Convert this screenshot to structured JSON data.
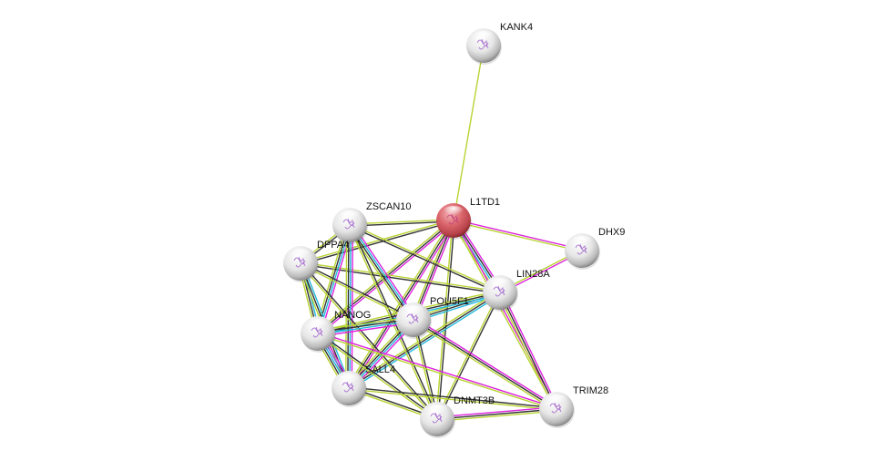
{
  "title": "STRING protein interaction network",
  "evidence_colors": {
    "textmining": "#b8d433",
    "coexpression": "#333333",
    "experiments": "#dd22dd",
    "databases": "#22b8dd",
    "neighborhood": "#2b9f2b",
    "cooccurrence": "#6a6ae8"
  },
  "query_node_color": "#d9575f",
  "nodes": [
    {
      "id": "KANK4",
      "label": "KANK4",
      "query": false
    },
    {
      "id": "L1TD1",
      "label": "L1TD1",
      "query": true
    },
    {
      "id": "ZSCAN10",
      "label": "ZSCAN10",
      "query": false
    },
    {
      "id": "DPPA4",
      "label": "DPPA4",
      "query": false
    },
    {
      "id": "DHX9",
      "label": "DHX9",
      "query": false
    },
    {
      "id": "LIN28A",
      "label": "LIN28A",
      "query": false
    },
    {
      "id": "POU5F1",
      "label": "POU5F1",
      "query": false
    },
    {
      "id": "NANOG",
      "label": "NANOG",
      "query": false
    },
    {
      "id": "SALL4",
      "label": "SALL4",
      "query": false
    },
    {
      "id": "DNMT3B",
      "label": "DNMT3B",
      "query": false
    },
    {
      "id": "TRIM28",
      "label": "TRIM28",
      "query": false
    }
  ],
  "edges": [
    {
      "source": "KANK4",
      "target": "L1TD1",
      "evidence": [
        "textmining"
      ]
    },
    {
      "source": "L1TD1",
      "target": "DHX9",
      "evidence": [
        "experiments",
        "textmining"
      ]
    },
    {
      "source": "L1TD1",
      "target": "LIN28A",
      "evidence": [
        "experiments",
        "coexpression",
        "databases",
        "textmining"
      ]
    },
    {
      "source": "L1TD1",
      "target": "ZSCAN10",
      "evidence": [
        "coexpression",
        "textmining"
      ]
    },
    {
      "source": "L1TD1",
      "target": "DPPA4",
      "evidence": [
        "coexpression",
        "textmining"
      ]
    },
    {
      "source": "L1TD1",
      "target": "POU5F1",
      "evidence": [
        "experiments",
        "coexpression",
        "textmining"
      ]
    },
    {
      "source": "L1TD1",
      "target": "NANOG",
      "evidence": [
        "experiments",
        "coexpression",
        "textmining"
      ]
    },
    {
      "source": "L1TD1",
      "target": "SALL4",
      "evidence": [
        "experiments",
        "coexpression",
        "textmining"
      ]
    },
    {
      "source": "L1TD1",
      "target": "DNMT3B",
      "evidence": [
        "coexpression",
        "textmining"
      ]
    },
    {
      "source": "L1TD1",
      "target": "TRIM28",
      "evidence": [
        "experiments",
        "textmining"
      ]
    },
    {
      "source": "DHX9",
      "target": "LIN28A",
      "evidence": [
        "experiments",
        "textmining"
      ]
    },
    {
      "source": "LIN28A",
      "target": "ZSCAN10",
      "evidence": [
        "coexpression",
        "textmining"
      ]
    },
    {
      "source": "LIN28A",
      "target": "DPPA4",
      "evidence": [
        "coexpression",
        "textmining"
      ]
    },
    {
      "source": "LIN28A",
      "target": "POU5F1",
      "evidence": [
        "databases",
        "coexpression",
        "textmining"
      ]
    },
    {
      "source": "LIN28A",
      "target": "NANOG",
      "evidence": [
        "databases",
        "coexpression",
        "textmining"
      ]
    },
    {
      "source": "LIN28A",
      "target": "SALL4",
      "evidence": [
        "databases",
        "coexpression",
        "textmining"
      ]
    },
    {
      "source": "LIN28A",
      "target": "DNMT3B",
      "evidence": [
        "coexpression",
        "textmining"
      ]
    },
    {
      "source": "LIN28A",
      "target": "TRIM28",
      "evidence": [
        "experiments",
        "coexpression",
        "textmining"
      ]
    },
    {
      "source": "ZSCAN10",
      "target": "DPPA4",
      "evidence": [
        "coexpression",
        "textmining"
      ]
    },
    {
      "source": "ZSCAN10",
      "target": "POU5F1",
      "evidence": [
        "experiments",
        "databases",
        "coexpression",
        "textmining"
      ]
    },
    {
      "source": "ZSCAN10",
      "target": "NANOG",
      "evidence": [
        "experiments",
        "databases",
        "coexpression",
        "textmining"
      ]
    },
    {
      "source": "ZSCAN10",
      "target": "SALL4",
      "evidence": [
        "experiments",
        "databases",
        "coexpression",
        "textmining"
      ]
    },
    {
      "source": "ZSCAN10",
      "target": "DNMT3B",
      "evidence": [
        "coexpression",
        "textmining"
      ]
    },
    {
      "source": "DPPA4",
      "target": "POU5F1",
      "evidence": [
        "coexpression",
        "textmining"
      ]
    },
    {
      "source": "DPPA4",
      "target": "NANOG",
      "evidence": [
        "databases",
        "coexpression",
        "textmining"
      ]
    },
    {
      "source": "DPPA4",
      "target": "SALL4",
      "evidence": [
        "databases",
        "coexpression",
        "textmining"
      ]
    },
    {
      "source": "DPPA4",
      "target": "DNMT3B",
      "evidence": [
        "coexpression",
        "textmining"
      ]
    },
    {
      "source": "POU5F1",
      "target": "NANOG",
      "evidence": [
        "experiments",
        "databases",
        "coexpression",
        "textmining"
      ]
    },
    {
      "source": "POU5F1",
      "target": "SALL4",
      "evidence": [
        "experiments",
        "databases",
        "coexpression",
        "textmining"
      ]
    },
    {
      "source": "POU5F1",
      "target": "DNMT3B",
      "evidence": [
        "coexpression",
        "textmining"
      ]
    },
    {
      "source": "POU5F1",
      "target": "TRIM28",
      "evidence": [
        "experiments",
        "coexpression",
        "textmining"
      ]
    },
    {
      "source": "NANOG",
      "target": "SALL4",
      "evidence": [
        "experiments",
        "cooccurrence",
        "databases",
        "coexpression",
        "textmining"
      ]
    },
    {
      "source": "NANOG",
      "target": "DNMT3B",
      "evidence": [
        "coexpression",
        "textmining"
      ]
    },
    {
      "source": "NANOG",
      "target": "TRIM28",
      "evidence": [
        "experiments",
        "textmining"
      ]
    },
    {
      "source": "SALL4",
      "target": "DNMT3B",
      "evidence": [
        "coexpression",
        "textmining"
      ]
    },
    {
      "source": "SALL4",
      "target": "TRIM28",
      "evidence": [
        "coexpression",
        "textmining"
      ]
    },
    {
      "source": "DNMT3B",
      "target": "TRIM28",
      "evidence": [
        "experiments",
        "coexpression",
        "textmining"
      ]
    }
  ]
}
